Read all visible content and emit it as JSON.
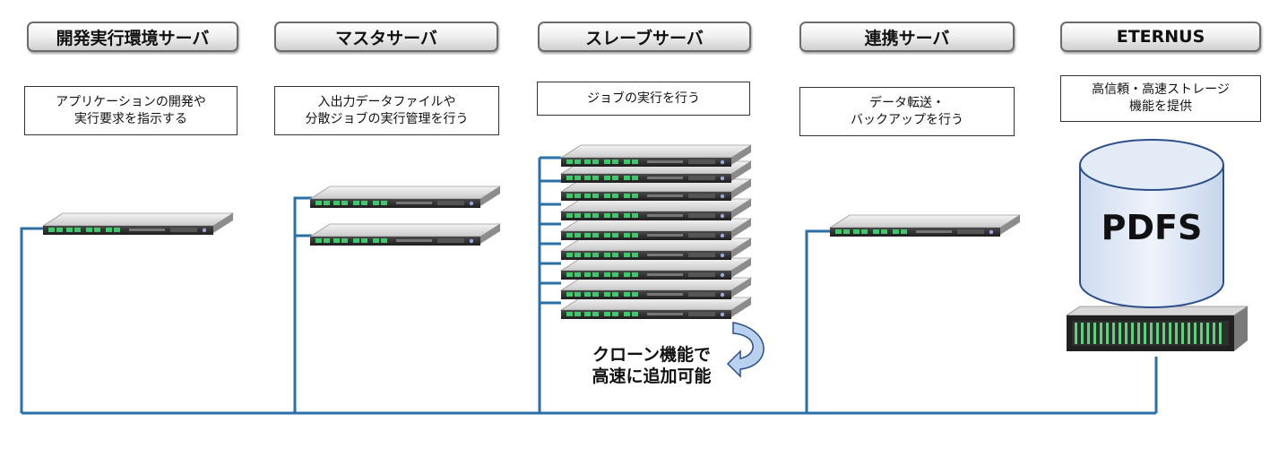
{
  "columns": [
    {
      "title": "開発実行環境サーバ",
      "description": "アプリケーションの開発や\n実行要求を指示する"
    },
    {
      "title": "マスタサーバ",
      "description": "入出力データファイルや\n分散ジョブの実行管理を行う"
    },
    {
      "title": "スレーブサーバ",
      "description": "ジョブの実行を行う"
    },
    {
      "title": "連携サーバ",
      "description": "データ転送・\nバックアップを行う"
    },
    {
      "title": "ETERNUS",
      "description": "高信頼・高速ストレージ\n機能を提供"
    }
  ],
  "clone_note": "クローン機能で\n高速に追加可能",
  "storage_label": "PDFS",
  "colors": {
    "network_line": "#2a6fa8",
    "cylinder_fill": "#dce6f4",
    "cylinder_stroke": "#2b4f8a",
    "arrow_fill": "#b9d0ee"
  }
}
